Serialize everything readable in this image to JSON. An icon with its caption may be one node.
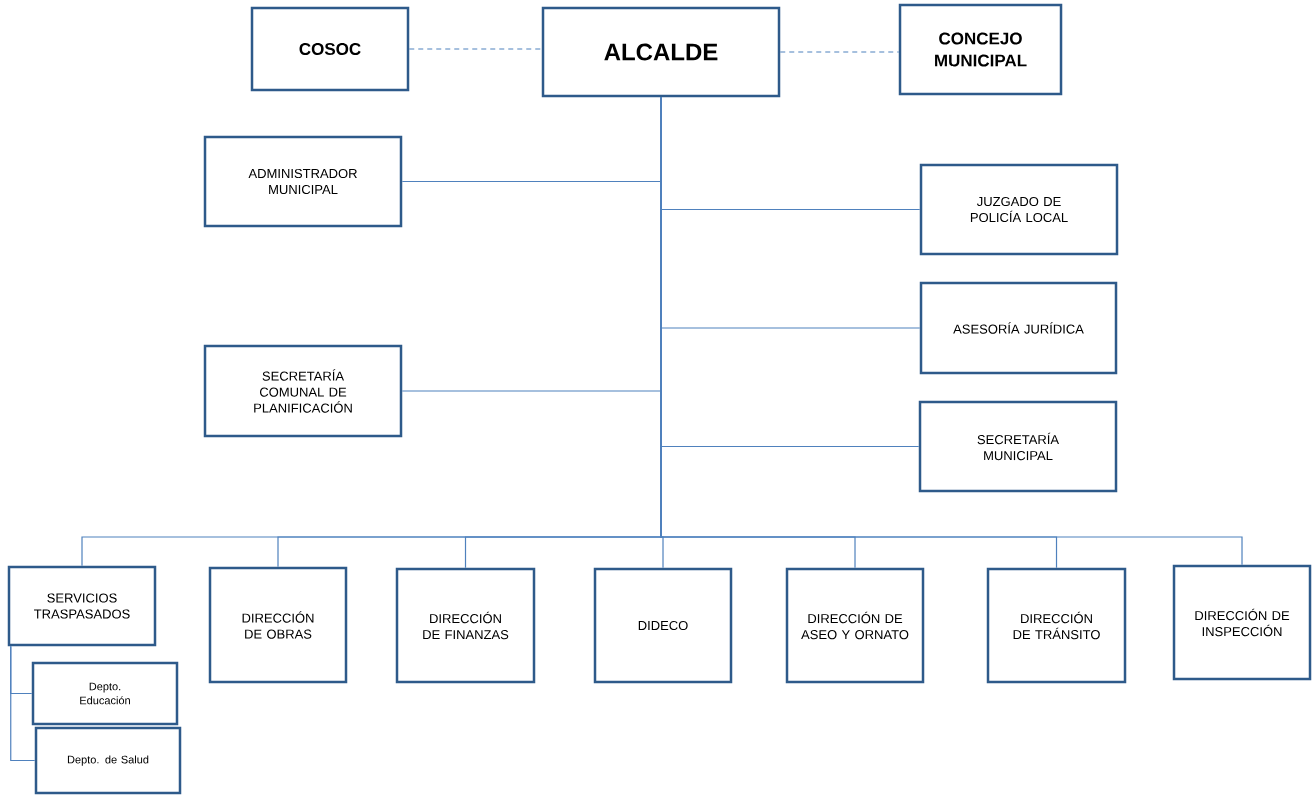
{
  "diagram": {
    "nodes": [
      {
        "text": [
          "COSOC"
        ]
      },
      {
        "text": [
          "ALCALDE"
        ]
      },
      {
        "text": [
          "CONCEJO MUNICIPAL"
        ]
      },
      {
        "text": [
          "ADMINISTRADOR MUNICIPAL"
        ]
      },
      {
        "text": [
          "JUZGADO DE POLICÍA LOCAL"
        ]
      },
      {
        "text": [
          "ASESORÍA JURÍDICA"
        ]
      },
      {
        "text": [
          "SECRETARÍA COMUNAL DE PLANIFICACIÓN"
        ]
      },
      {
        "text": [
          "SECRETARÍA MUNICIPAL"
        ]
      },
      {
        "text": [
          "SERVICIOS TRASPASADOS"
        ]
      },
      {
        "text": [
          "DIRECCIÓN DE OBRAS"
        ]
      },
      {
        "text": [
          "DIRECCIÓN DE FINANZAS"
        ]
      },
      {
        "text": [
          "DIDECO"
        ]
      },
      {
        "text": [
          "DIRECCIÓN DE ASEO Y ORNATO"
        ]
      },
      {
        "text": [
          "DIRECCIÓN DE TRÁNSITO"
        ]
      },
      {
        "text": [
          "DIRECCIÓN DE INSPECCIÓN"
        ]
      },
      {
        "text": [
          "Depto. Educación"
        ]
      },
      {
        "text": [
          "Depto. de Salud"
        ]
      }
    ],
    "edges": [
      {
        "from": 0,
        "to": 1,
        "arrow": "none",
        "style": "dashed"
      },
      {
        "from": 1,
        "to": 2,
        "arrow": "none",
        "style": "dashed"
      },
      {
        "from": 1,
        "to": 3,
        "arrow": "none"
      },
      {
        "from": 1,
        "to": 4,
        "arrow": "none"
      },
      {
        "from": 1,
        "to": 5,
        "arrow": "none"
      },
      {
        "from": 1,
        "to": 6,
        "arrow": "none"
      },
      {
        "from": 1,
        "to": 7,
        "arrow": "none"
      },
      {
        "from": 1,
        "to": 8,
        "arrow": "none"
      },
      {
        "from": 1,
        "to": 9,
        "arrow": "none"
      },
      {
        "from": 1,
        "to": 10,
        "arrow": "none"
      },
      {
        "from": 1,
        "to": 11,
        "arrow": "none"
      },
      {
        "from": 1,
        "to": 12,
        "arrow": "none"
      },
      {
        "from": 1,
        "to": 13,
        "arrow": "none"
      },
      {
        "from": 1,
        "to": 14,
        "arrow": "none"
      },
      {
        "from": 8,
        "to": 15,
        "arrow": "none"
      },
      {
        "from": 8,
        "to": 16,
        "arrow": "none"
      }
    ]
  }
}
